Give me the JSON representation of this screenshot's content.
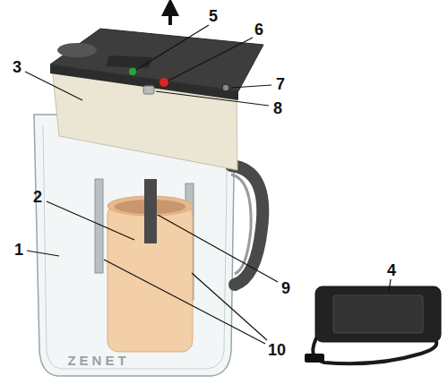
{
  "diagram": {
    "labels": [
      "1",
      "2",
      "3",
      "4",
      "5",
      "6",
      "7",
      "8",
      "9",
      "10",
      "ZENET"
    ]
  }
}
